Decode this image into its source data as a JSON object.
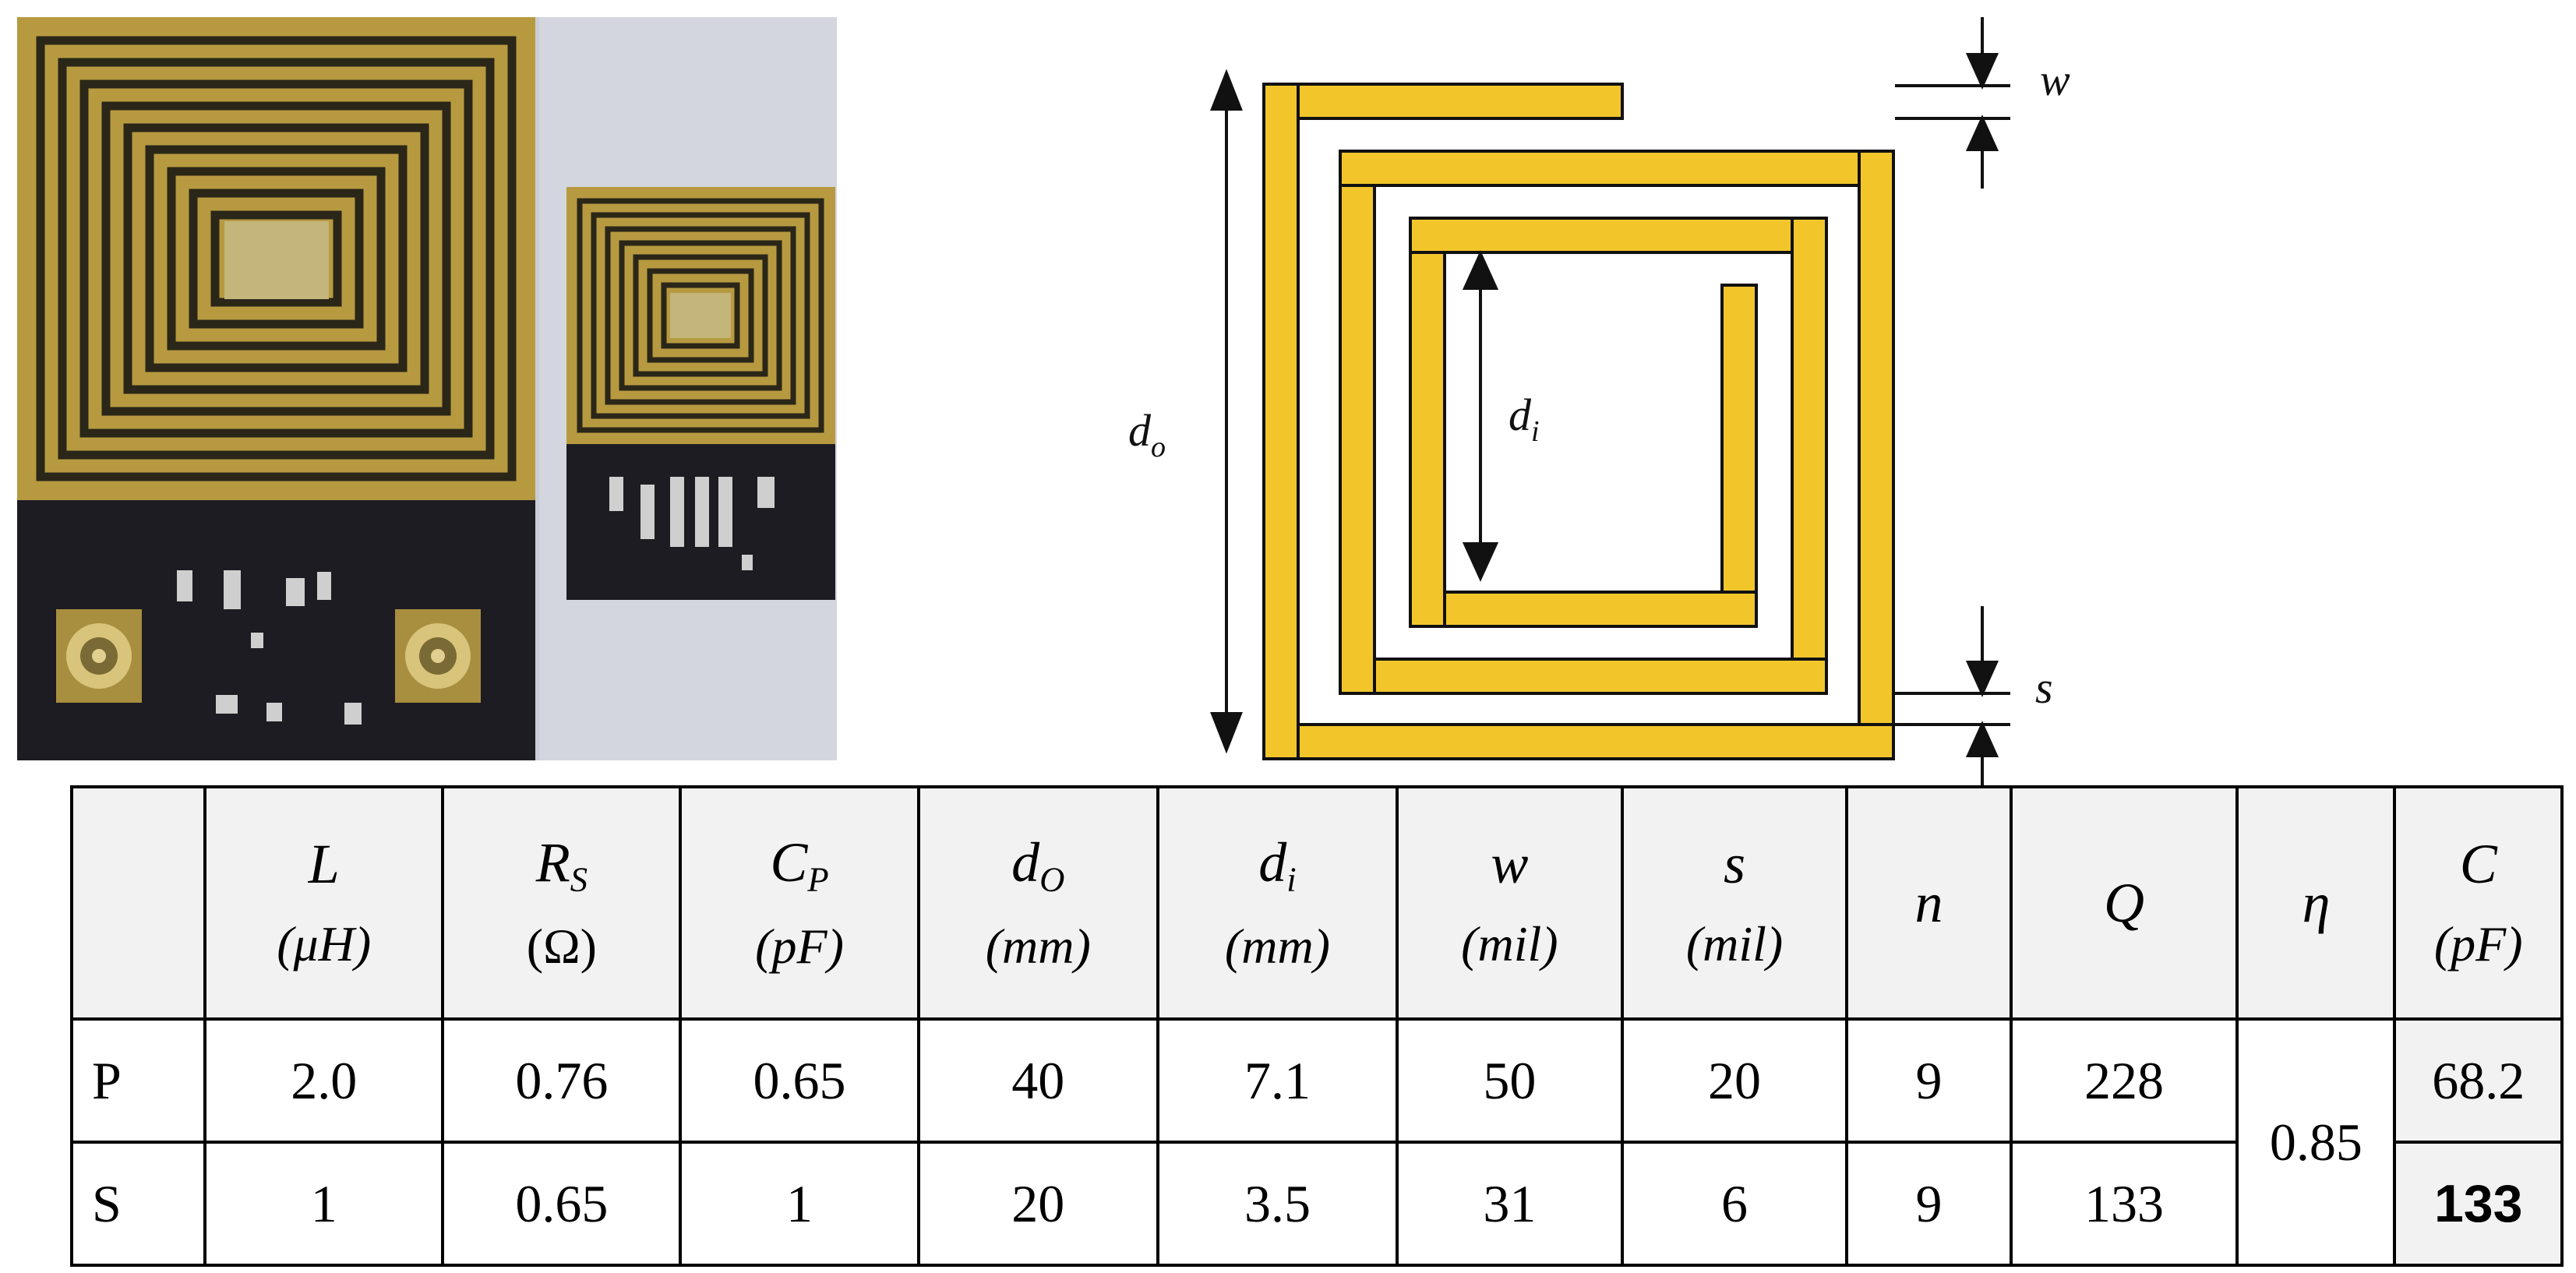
{
  "diagram_labels": {
    "do": "d",
    "do_sub": "o",
    "di": "d",
    "di_sub": "i",
    "w": "w",
    "s": "s"
  },
  "table": {
    "headers": [
      {
        "symbol": "",
        "unit": ""
      },
      {
        "symbol": "L",
        "unit": "(μH)"
      },
      {
        "symbol": "R",
        "sub": "S",
        "unit": "(Ω)"
      },
      {
        "symbol": "C",
        "sub": "P",
        "unit": "(pF)"
      },
      {
        "symbol": "d",
        "sub": "O",
        "unit": "(mm)"
      },
      {
        "symbol": "d",
        "sub": "i",
        "unit": "(mm)"
      },
      {
        "symbol": "w",
        "unit": "(mil)"
      },
      {
        "symbol": "s",
        "unit": "(mil)"
      },
      {
        "symbol": "n",
        "unit": ""
      },
      {
        "symbol": "Q",
        "unit": ""
      },
      {
        "symbol": "η",
        "unit": ""
      },
      {
        "symbol": "C",
        "unit": "(pF)"
      }
    ],
    "rows": [
      {
        "label": "P",
        "values": [
          "2.0",
          "0.76",
          "0.65",
          "40",
          "7.1",
          "50",
          "20",
          "9",
          "228"
        ],
        "c": "68.2"
      },
      {
        "label": "S",
        "values": [
          "1",
          "0.65",
          "1",
          "20",
          "3.5",
          "31",
          "6",
          "9",
          "133"
        ],
        "c": "133"
      }
    ],
    "eta": "0.85"
  },
  "colors": {
    "trace_gold": "#f2c62b",
    "pcb_black": "#1b1b20",
    "pad_silver": "#cfcfcf"
  }
}
